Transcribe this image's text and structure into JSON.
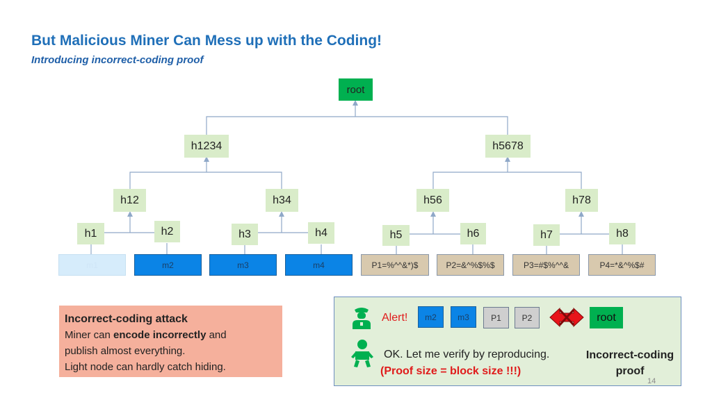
{
  "slide": {
    "title": "But Malicious Miner Can Mess up with the Coding!",
    "subtitle": "Introducing incorrect-coding proof",
    "page_number": "14"
  },
  "tree": {
    "root": "root",
    "level1": [
      "h1234",
      "h5678"
    ],
    "level2": [
      "h12",
      "h34",
      "h56",
      "h78"
    ],
    "level3": [
      "h1",
      "h2",
      "h3",
      "h4",
      "h5",
      "h6",
      "h7",
      "h8"
    ],
    "leaves": [
      "m1",
      "m2",
      "m3",
      "m4",
      "P1=%^^&*)$",
      "P2=&^%$%$",
      "P3=#$%^^&",
      "P4=*&^%$#"
    ]
  },
  "attack_box": {
    "heading": "Incorrect-coding attack",
    "line1_prefix": "Miner can ",
    "line1_bold": "encode incorrectly",
    "line1_suffix": " and",
    "line2": "publish almost everything.",
    "line3": "Light node can hardly catch hiding."
  },
  "proof_panel": {
    "alert": "Alert!",
    "chips": [
      "m2",
      "m3",
      "P1",
      "P2"
    ],
    "root": "root",
    "ok_text": "OK. Let me verify by reproducing.",
    "proof_size": "(Proof size = block size !!!)",
    "label_line1": "Incorrect-coding",
    "label_line2": "proof"
  },
  "colors": {
    "title": "#1f6fb8",
    "node_fill": "#d9ecc9",
    "root_fill": "#00b050",
    "data_blue": "#0b84e6",
    "parity_tan": "#d8c9ae",
    "alert_red": "#e01b1b",
    "attack_fill": "#f5b09c",
    "panel_fill": "#e2efd9"
  },
  "icons": [
    "police-officer-icon",
    "baby-icon",
    "red-cross-arrow-icon"
  ]
}
